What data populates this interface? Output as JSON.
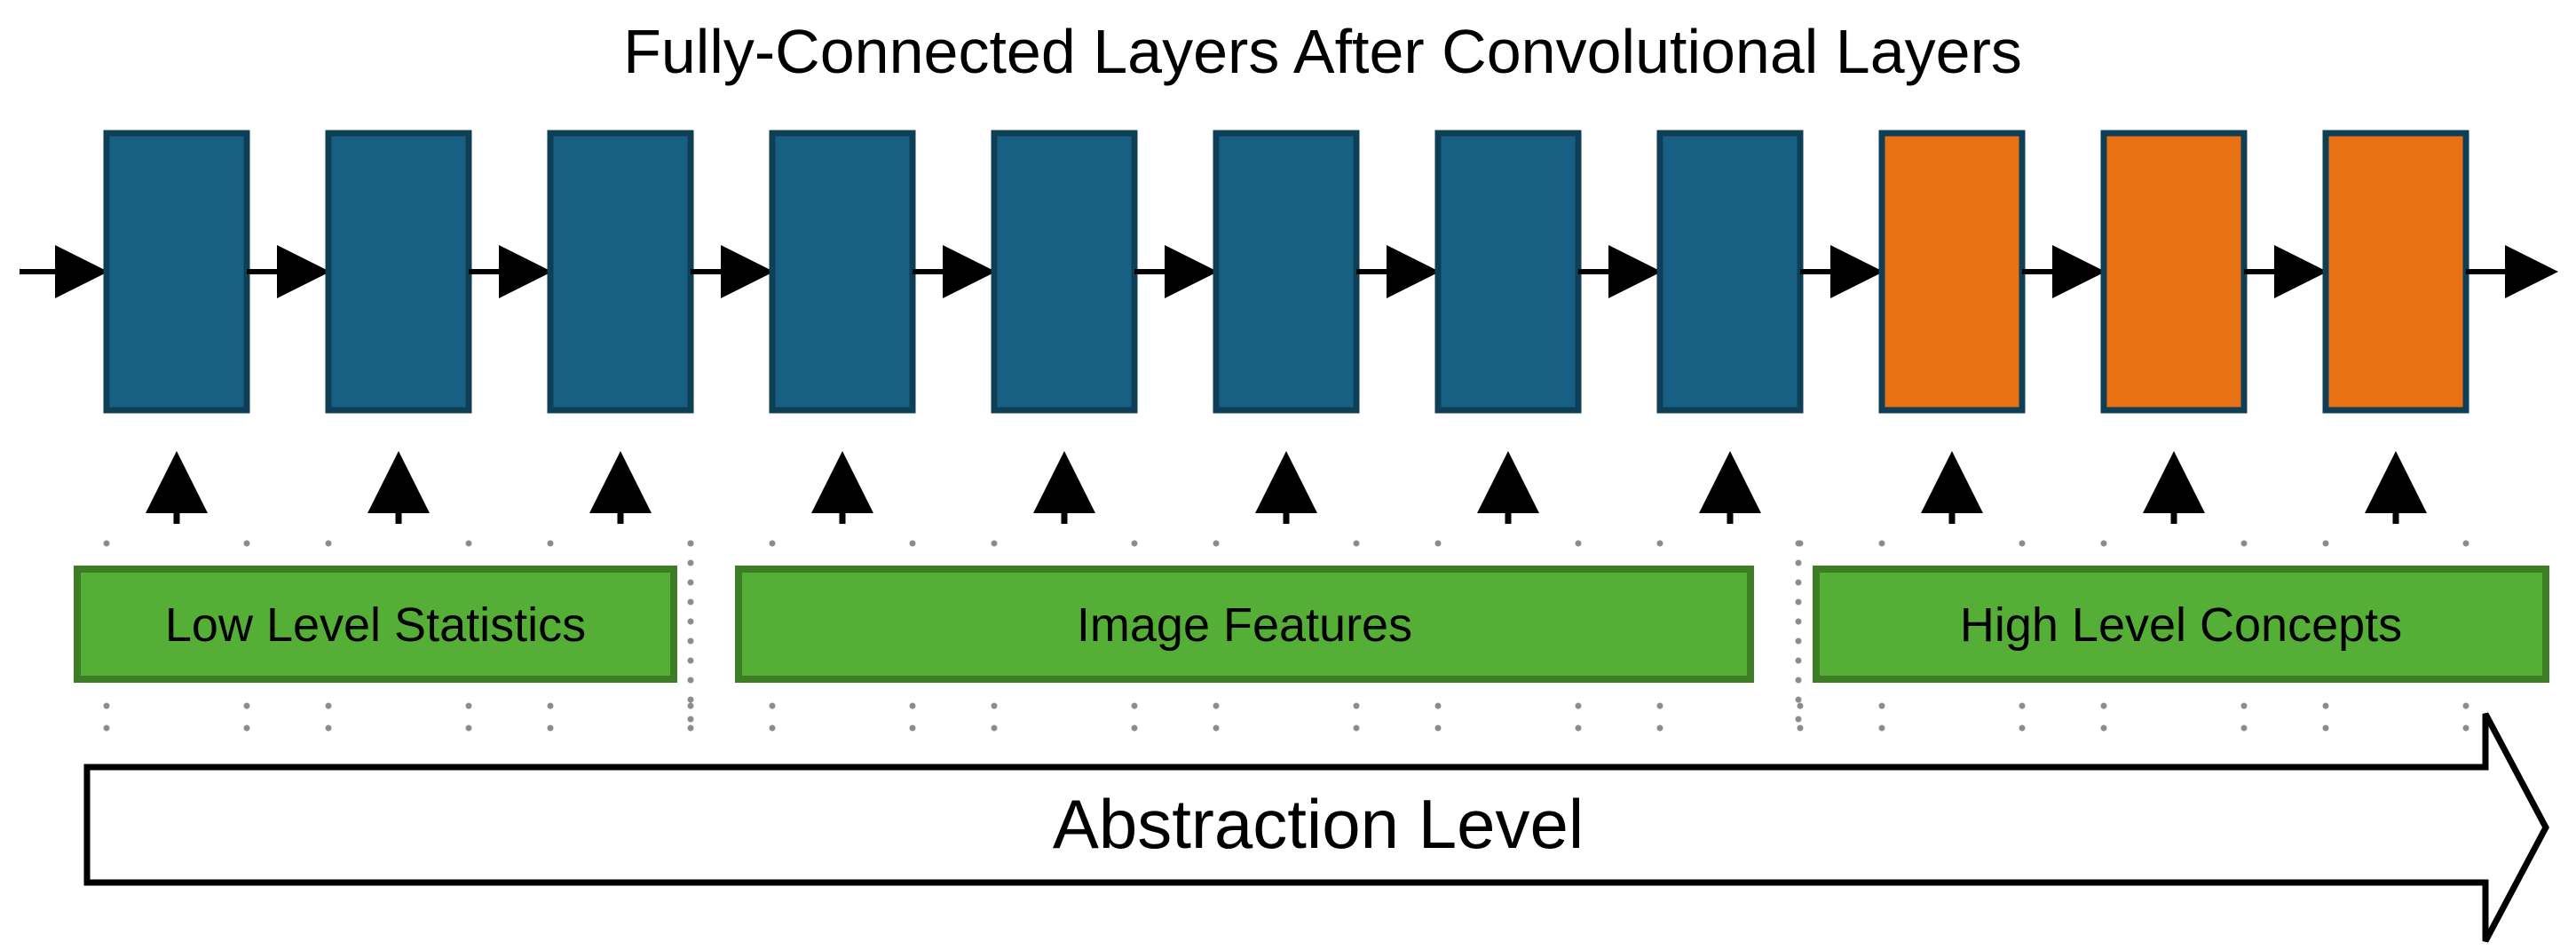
{
  "title": "Fully-Connected Layers After Convolutional Layers",
  "layers": [
    {
      "kind": "convolutional",
      "color": "#176084"
    },
    {
      "kind": "convolutional",
      "color": "#176084"
    },
    {
      "kind": "convolutional",
      "color": "#176084"
    },
    {
      "kind": "convolutional",
      "color": "#176084"
    },
    {
      "kind": "convolutional",
      "color": "#176084"
    },
    {
      "kind": "convolutional",
      "color": "#176084"
    },
    {
      "kind": "convolutional",
      "color": "#176084"
    },
    {
      "kind": "convolutional",
      "color": "#176084"
    },
    {
      "kind": "fully-connected",
      "color": "#E87113"
    },
    {
      "kind": "fully-connected",
      "color": "#E87113"
    },
    {
      "kind": "fully-connected",
      "color": "#E87113"
    }
  ],
  "bands": [
    {
      "label": "Low Level Statistics",
      "color": "#55AE35"
    },
    {
      "label": "Image Features",
      "color": "#55AE35"
    },
    {
      "label": "High Level Concepts",
      "color": "#55AE35"
    }
  ],
  "axis": {
    "label": "Abstraction Level"
  },
  "colors": {
    "layer_border": "#0F3F56",
    "band_border": "#3D7E25",
    "arrow": "#000000",
    "dots": "#8C8C8C"
  }
}
